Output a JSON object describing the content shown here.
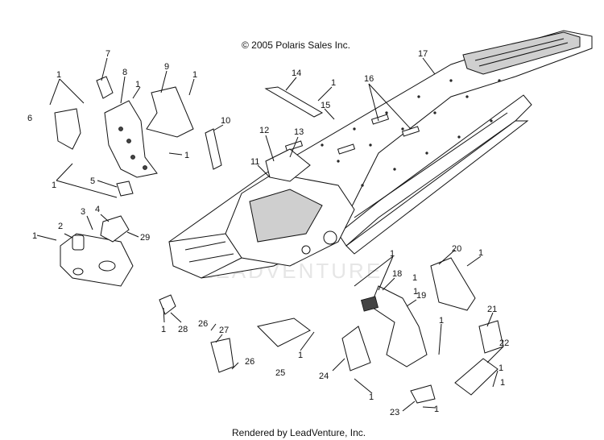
{
  "copyright": "© 2005 Polaris Sales Inc.",
  "footer": "Rendered by LeadVenture, Inc.",
  "watermark": "LEADVENTURE",
  "callouts": [
    {
      "id": "1a",
      "label": "1"
    },
    {
      "id": "1b",
      "label": "1"
    },
    {
      "id": "1c",
      "label": "1"
    },
    {
      "id": "1d",
      "label": "1"
    },
    {
      "id": "1e",
      "label": "1"
    },
    {
      "id": "1f",
      "label": "1"
    },
    {
      "id": "1g",
      "label": "1"
    },
    {
      "id": "1h",
      "label": "1"
    },
    {
      "id": "1i",
      "label": "1"
    },
    {
      "id": "1j",
      "label": "1"
    },
    {
      "id": "1k",
      "label": "1"
    },
    {
      "id": "1l",
      "label": "1"
    },
    {
      "id": "1m",
      "label": "1"
    },
    {
      "id": "1n",
      "label": "1"
    },
    {
      "id": "1o",
      "label": "1"
    },
    {
      "id": "1p",
      "label": "1"
    },
    {
      "id": "1q",
      "label": "1"
    },
    {
      "id": "1r",
      "label": "1"
    },
    {
      "id": "2",
      "label": "2"
    },
    {
      "id": "3",
      "label": "3"
    },
    {
      "id": "4",
      "label": "4"
    },
    {
      "id": "5",
      "label": "5"
    },
    {
      "id": "6",
      "label": "6"
    },
    {
      "id": "7",
      "label": "7"
    },
    {
      "id": "8",
      "label": "8"
    },
    {
      "id": "9",
      "label": "9"
    },
    {
      "id": "10",
      "label": "10"
    },
    {
      "id": "11",
      "label": "11"
    },
    {
      "id": "12",
      "label": "12"
    },
    {
      "id": "13",
      "label": "13"
    },
    {
      "id": "14",
      "label": "14"
    },
    {
      "id": "15",
      "label": "15"
    },
    {
      "id": "16",
      "label": "16"
    },
    {
      "id": "17",
      "label": "17"
    },
    {
      "id": "18",
      "label": "18"
    },
    {
      "id": "19",
      "label": "19"
    },
    {
      "id": "20",
      "label": "20"
    },
    {
      "id": "21",
      "label": "21"
    },
    {
      "id": "22",
      "label": "22"
    },
    {
      "id": "23",
      "label": "23"
    },
    {
      "id": "24",
      "label": "24"
    },
    {
      "id": "25",
      "label": "25"
    },
    {
      "id": "26a",
      "label": "26"
    },
    {
      "id": "26b",
      "label": "26"
    },
    {
      "id": "27",
      "label": "27"
    },
    {
      "id": "28",
      "label": "28"
    },
    {
      "id": "29",
      "label": "29"
    }
  ]
}
